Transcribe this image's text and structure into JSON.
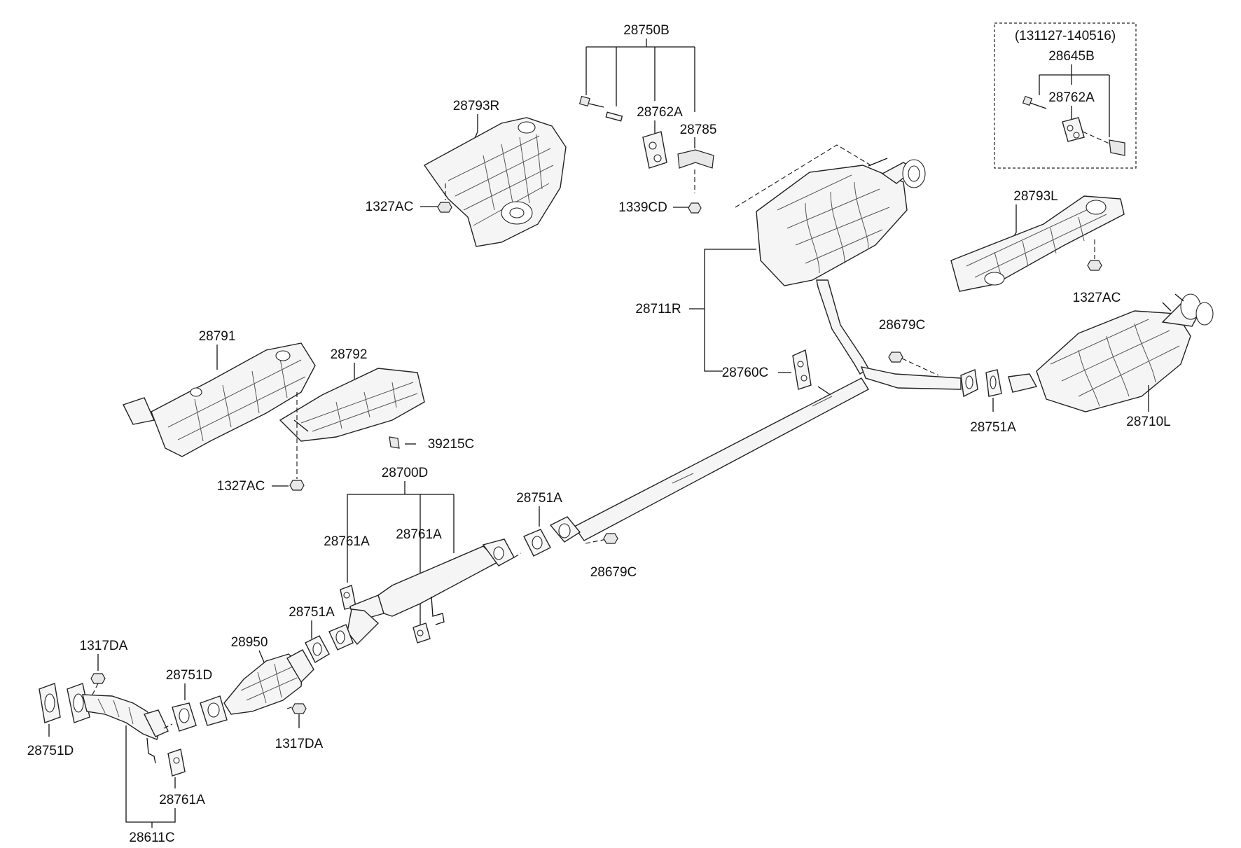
{
  "labels": {
    "p28750B": "28750B",
    "p28793R": "28793R",
    "p28762A_top": "28762A",
    "p28785": "28785",
    "p1327AC_top": "1327AC",
    "p1339CD": "1339CD",
    "inset_range": "(131127-140516)",
    "p28645B": "28645B",
    "p28762A_inset": "28762A",
    "p28793L": "28793L",
    "p1327AC_right": "1327AC",
    "p28711R": "28711R",
    "p28679C_upper": "28679C",
    "p28760C": "28760C",
    "p28751A_right": "28751A",
    "p28710L": "28710L",
    "p28791": "28791",
    "p28792": "28792",
    "p39215C": "39215C",
    "p1327AC_left": "1327AC",
    "p28700D": "28700D",
    "p28751A_mid": "28751A",
    "p28761A_left": "28761A",
    "p28761A_mid": "28761A",
    "p28679C_lower": "28679C",
    "p28751A_low": "28751A",
    "p1317DA_top": "1317DA",
    "p28950": "28950",
    "p28751D_mid": "28751D",
    "p28751D_left": "28751D",
    "p1317DA_low": "1317DA",
    "p28761A_bottom": "28761A",
    "p28611C": "28611C"
  }
}
